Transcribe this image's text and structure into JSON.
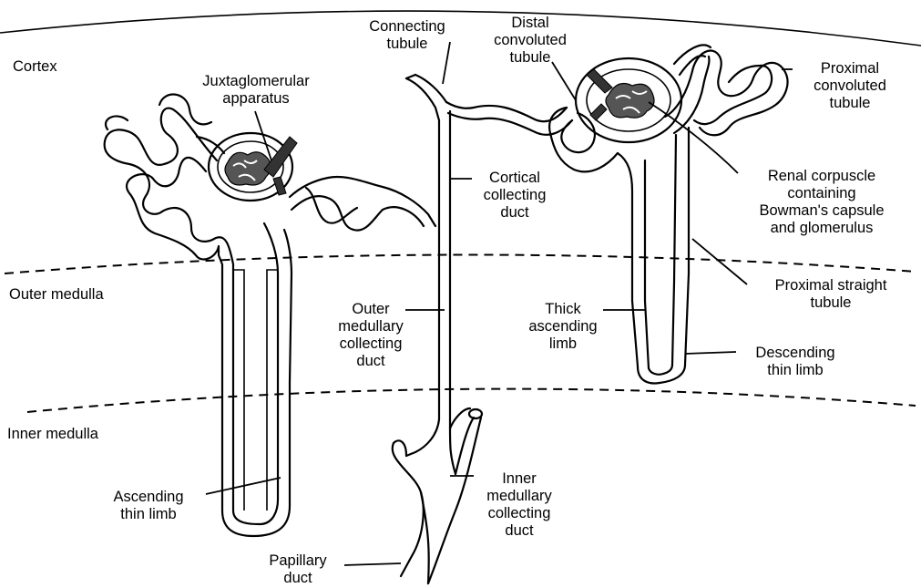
{
  "regions": {
    "cortex": "Cortex",
    "outer_medulla": "Outer medulla",
    "inner_medulla": "Inner medulla"
  },
  "labels": {
    "juxtaglomerular": [
      "Juxtaglomerular",
      "apparatus"
    ],
    "connecting_tubule": [
      "Connecting",
      "tubule"
    ],
    "distal_convoluted": [
      "Distal",
      "convoluted",
      "tubule"
    ],
    "proximal_convoluted": [
      "Proximal",
      "convoluted",
      "tubule"
    ],
    "cortical_collecting": [
      "Cortical",
      "collecting",
      "duct"
    ],
    "renal_corpuscle": [
      "Renal corpuscle",
      "containing",
      "Bowman's capsule",
      "and glomerulus"
    ],
    "proximal_straight": [
      "Proximal straight",
      "tubule"
    ],
    "outer_medullary_collecting": [
      "Outer",
      "medullary",
      "collecting",
      "duct"
    ],
    "thick_ascending": [
      "Thick",
      "ascending",
      "limb"
    ],
    "descending_thin": [
      "Descending",
      "thin limb"
    ],
    "ascending_thin": [
      "Ascending",
      "thin limb"
    ],
    "inner_medullary_collecting": [
      "Inner",
      "medullary",
      "collecting",
      "duct"
    ],
    "papillary_duct": [
      "Papillary",
      "duct"
    ]
  },
  "colors": {
    "line": "#000000",
    "glomerulus": "#555555",
    "background": "#ffffff"
  }
}
